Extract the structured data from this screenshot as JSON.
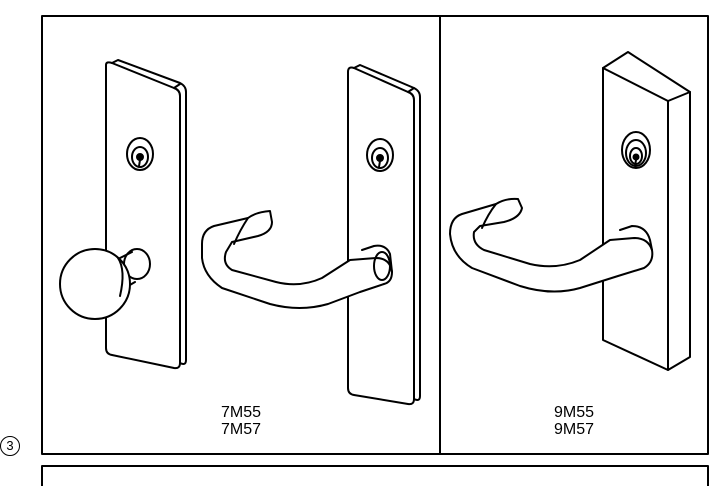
{
  "panels": [
    {
      "id": "left",
      "model_line_1": "7M55",
      "model_line_2": "7M57"
    },
    {
      "id": "right",
      "model_line_1": "9M55",
      "model_line_2": "9M57"
    }
  ],
  "callout": "3",
  "colors": {
    "stroke": "#000000",
    "fill": "#ffffff"
  }
}
